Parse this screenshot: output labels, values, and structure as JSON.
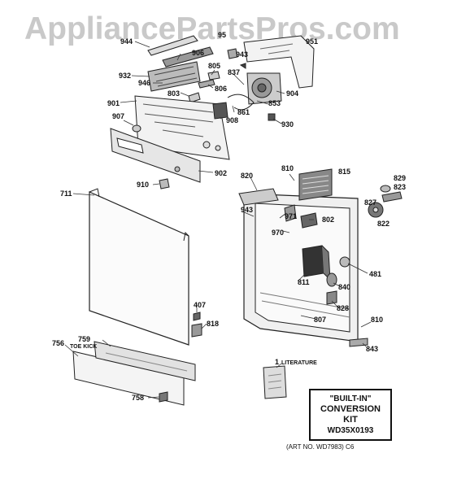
{
  "watermark": "AppliancePartsPros.com",
  "labels": {
    "p944": "944",
    "p906": "906",
    "p932": "932",
    "p946": "946",
    "p805": "805",
    "p806": "806",
    "p803": "803",
    "p901": "901",
    "p907": "907",
    "p837": "837",
    "p904": "904",
    "p853": "853",
    "p861": "861",
    "p908": "908",
    "p930": "930",
    "p943a": "943",
    "p951": "951",
    "p95": "95",
    "p910": "910",
    "p902": "902",
    "p711": "711",
    "p820": "820",
    "p810a": "810",
    "p815": "815",
    "p829": "829",
    "p823": "823",
    "p827": "827",
    "p822": "822",
    "p943b": "943",
    "p971": "971",
    "p802": "802",
    "p970": "970",
    "p481": "481",
    "p811": "811",
    "p840": "840",
    "p828": "828",
    "p807": "807",
    "p810b": "810",
    "p843": "843",
    "p407": "407",
    "p818": "818",
    "p756": "756",
    "p759": "759",
    "toe_kick": "TOE KICK",
    "p758": "758",
    "p1": "1",
    "literature": "LITERATURE"
  },
  "kit": {
    "line1": "\"BUILT-IN\"",
    "line2": "CONVERSION",
    "line3": "KIT",
    "line4": "WD35X0193"
  },
  "art_no": "(ART NO. WD7983) C6"
}
